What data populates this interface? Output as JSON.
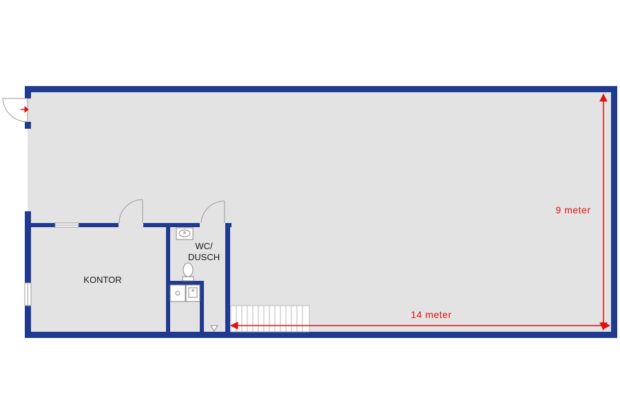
{
  "colors": {
    "wall": "#1f3a8f",
    "floor": "#e3e3e3",
    "dimension": "#e01010",
    "fixture": "#8a8a8a",
    "background": "#ffffff"
  },
  "rooms": {
    "office": "KONTOR",
    "bathroom_line1": "WC/",
    "bathroom_line2": "DUSCH"
  },
  "dimensions": {
    "width": "14 meter",
    "height": "9 meter"
  },
  "icons": [
    "door-swing-icon",
    "toilet-icon",
    "sink-icon",
    "shower-icon",
    "stairs-icon",
    "entry-arrow-icon"
  ]
}
